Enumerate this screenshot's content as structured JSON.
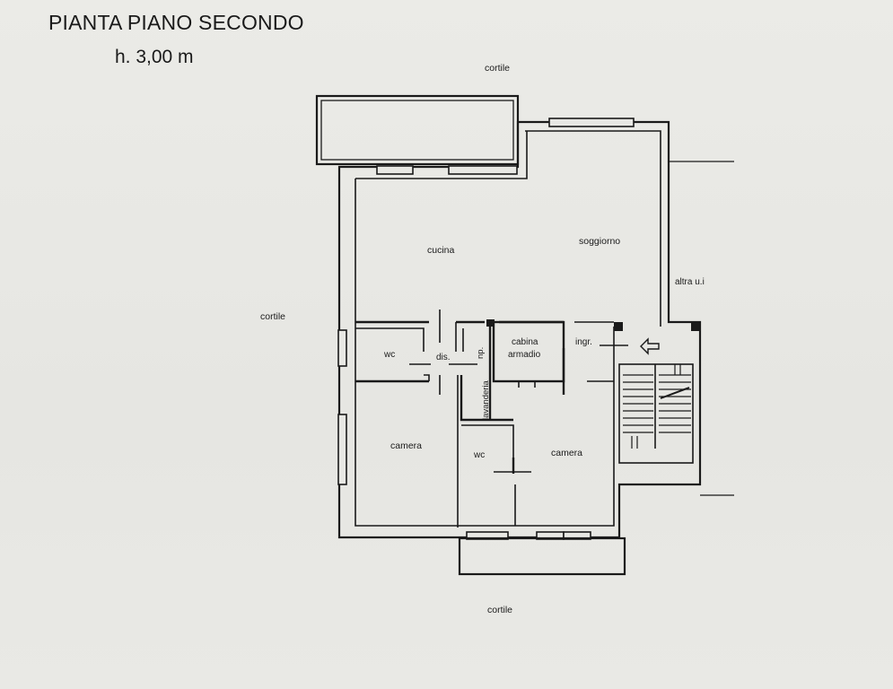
{
  "header": {
    "title": "PIANTA PIANO SECONDO",
    "height": "h. 3,00 m"
  },
  "plan": {
    "surroundings": {
      "cortile_top": "cortile",
      "cortile_left": "cortile",
      "cortile_bottom": "cortile",
      "altra_ui": "altra u.i"
    },
    "rooms": {
      "cucina": "cucina",
      "soggiorno": "soggiorno",
      "wc_1": "wc",
      "dis": "dis.",
      "lavanderia": "lavanderia",
      "np": "np.",
      "cabina": "cabina",
      "armadio": "armadio",
      "ingr": "ingr.",
      "camera_1": "camera",
      "wc_2": "wc",
      "camera_2": "camera"
    }
  }
}
